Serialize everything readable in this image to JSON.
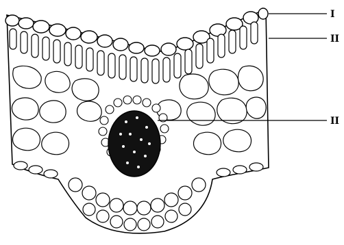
{
  "labels": {
    "upper_epidermis": "I",
    "palisade_mesophyll": "II",
    "vascular_bundle": "II"
  }
}
